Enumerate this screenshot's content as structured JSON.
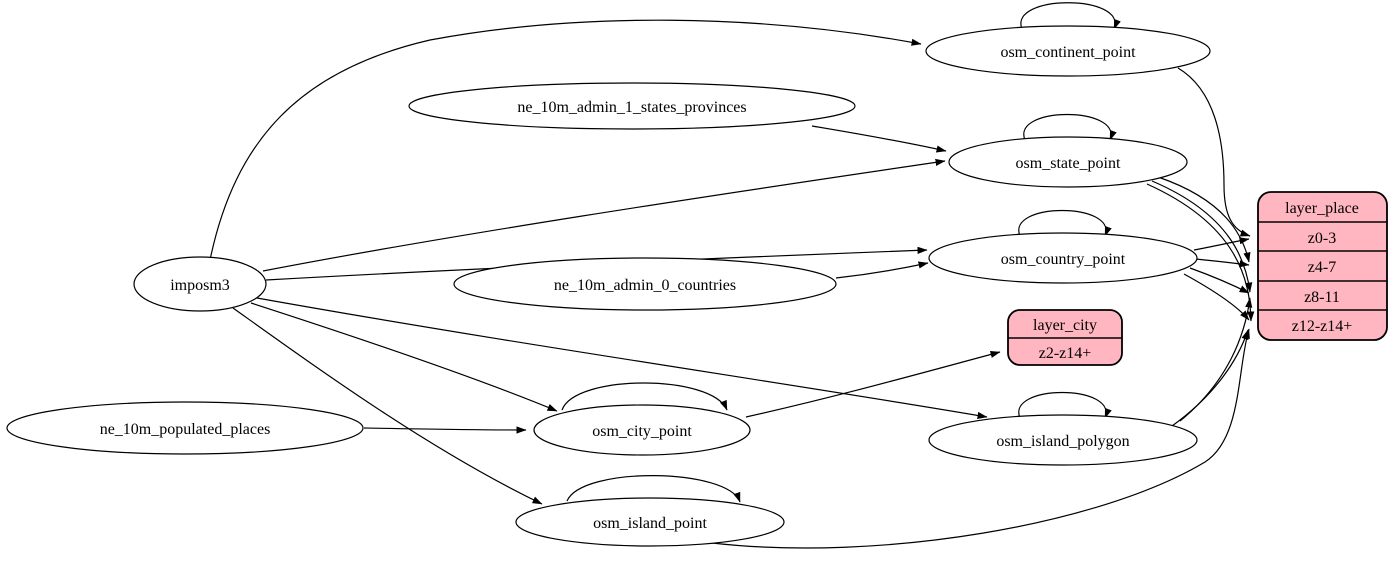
{
  "diagram_type": "graphviz-etl-graph",
  "colors": {
    "background": "#ffffff",
    "node_fill": "#ffffff",
    "node_stroke": "#000000",
    "record_fill": "#ffb6c1",
    "edge": "#000000"
  },
  "nodes": {
    "imposm3": {
      "label": "imposm3"
    },
    "ne_10m_admin_1_states_provinces": {
      "label": "ne_10m_admin_1_states_provinces"
    },
    "ne_10m_admin_0_countries": {
      "label": "ne_10m_admin_0_countries"
    },
    "ne_10m_populated_places": {
      "label": "ne_10m_populated_places"
    },
    "osm_continent_point": {
      "label": "osm_continent_point"
    },
    "osm_state_point": {
      "label": "osm_state_point"
    },
    "osm_country_point": {
      "label": "osm_country_point"
    },
    "osm_city_point": {
      "label": "osm_city_point"
    },
    "osm_island_polygon": {
      "label": "osm_island_polygon"
    },
    "osm_island_point": {
      "label": "osm_island_point"
    }
  },
  "records": {
    "layer_place": {
      "title": "layer_place",
      "rows": [
        "z0-3",
        "z4-7",
        "z8-11",
        "z12-z14+"
      ]
    },
    "layer_city": {
      "title": "layer_city",
      "rows": [
        "z2-z14+"
      ]
    }
  },
  "edges": [
    {
      "from": "imposm3",
      "to": "osm_continent_point"
    },
    {
      "from": "imposm3",
      "to": "osm_state_point"
    },
    {
      "from": "imposm3",
      "to": "osm_country_point"
    },
    {
      "from": "imposm3",
      "to": "osm_city_point"
    },
    {
      "from": "imposm3",
      "to": "osm_island_polygon"
    },
    {
      "from": "imposm3",
      "to": "osm_island_point"
    },
    {
      "from": "ne_10m_admin_1_states_provinces",
      "to": "osm_state_point"
    },
    {
      "from": "ne_10m_admin_0_countries",
      "to": "osm_country_point"
    },
    {
      "from": "ne_10m_populated_places",
      "to": "osm_city_point"
    },
    {
      "from": "osm_continent_point",
      "to": "osm_continent_point"
    },
    {
      "from": "osm_state_point",
      "to": "osm_state_point"
    },
    {
      "from": "osm_country_point",
      "to": "osm_country_point"
    },
    {
      "from": "osm_city_point",
      "to": "osm_city_point"
    },
    {
      "from": "osm_island_polygon",
      "to": "osm_island_polygon"
    },
    {
      "from": "osm_island_point",
      "to": "osm_island_point"
    },
    {
      "from": "osm_continent_point",
      "to": "layer_place:z0-3"
    },
    {
      "from": "osm_country_point",
      "to": "layer_place:z0-3"
    },
    {
      "from": "osm_state_point",
      "to": "layer_place:z4-7"
    },
    {
      "from": "osm_country_point",
      "to": "layer_place:z4-7"
    },
    {
      "from": "osm_state_point",
      "to": "layer_place:z8-11"
    },
    {
      "from": "osm_country_point",
      "to": "layer_place:z8-11"
    },
    {
      "from": "osm_island_polygon",
      "to": "layer_place:z8-11"
    },
    {
      "from": "osm_state_point",
      "to": "layer_place:z12-z14+"
    },
    {
      "from": "osm_country_point",
      "to": "layer_place:z12-z14+"
    },
    {
      "from": "osm_island_polygon",
      "to": "layer_place:z12-z14+"
    },
    {
      "from": "osm_island_point",
      "to": "layer_place:z12-z14+"
    },
    {
      "from": "osm_city_point",
      "to": "layer_city:z2-z14+"
    }
  ]
}
